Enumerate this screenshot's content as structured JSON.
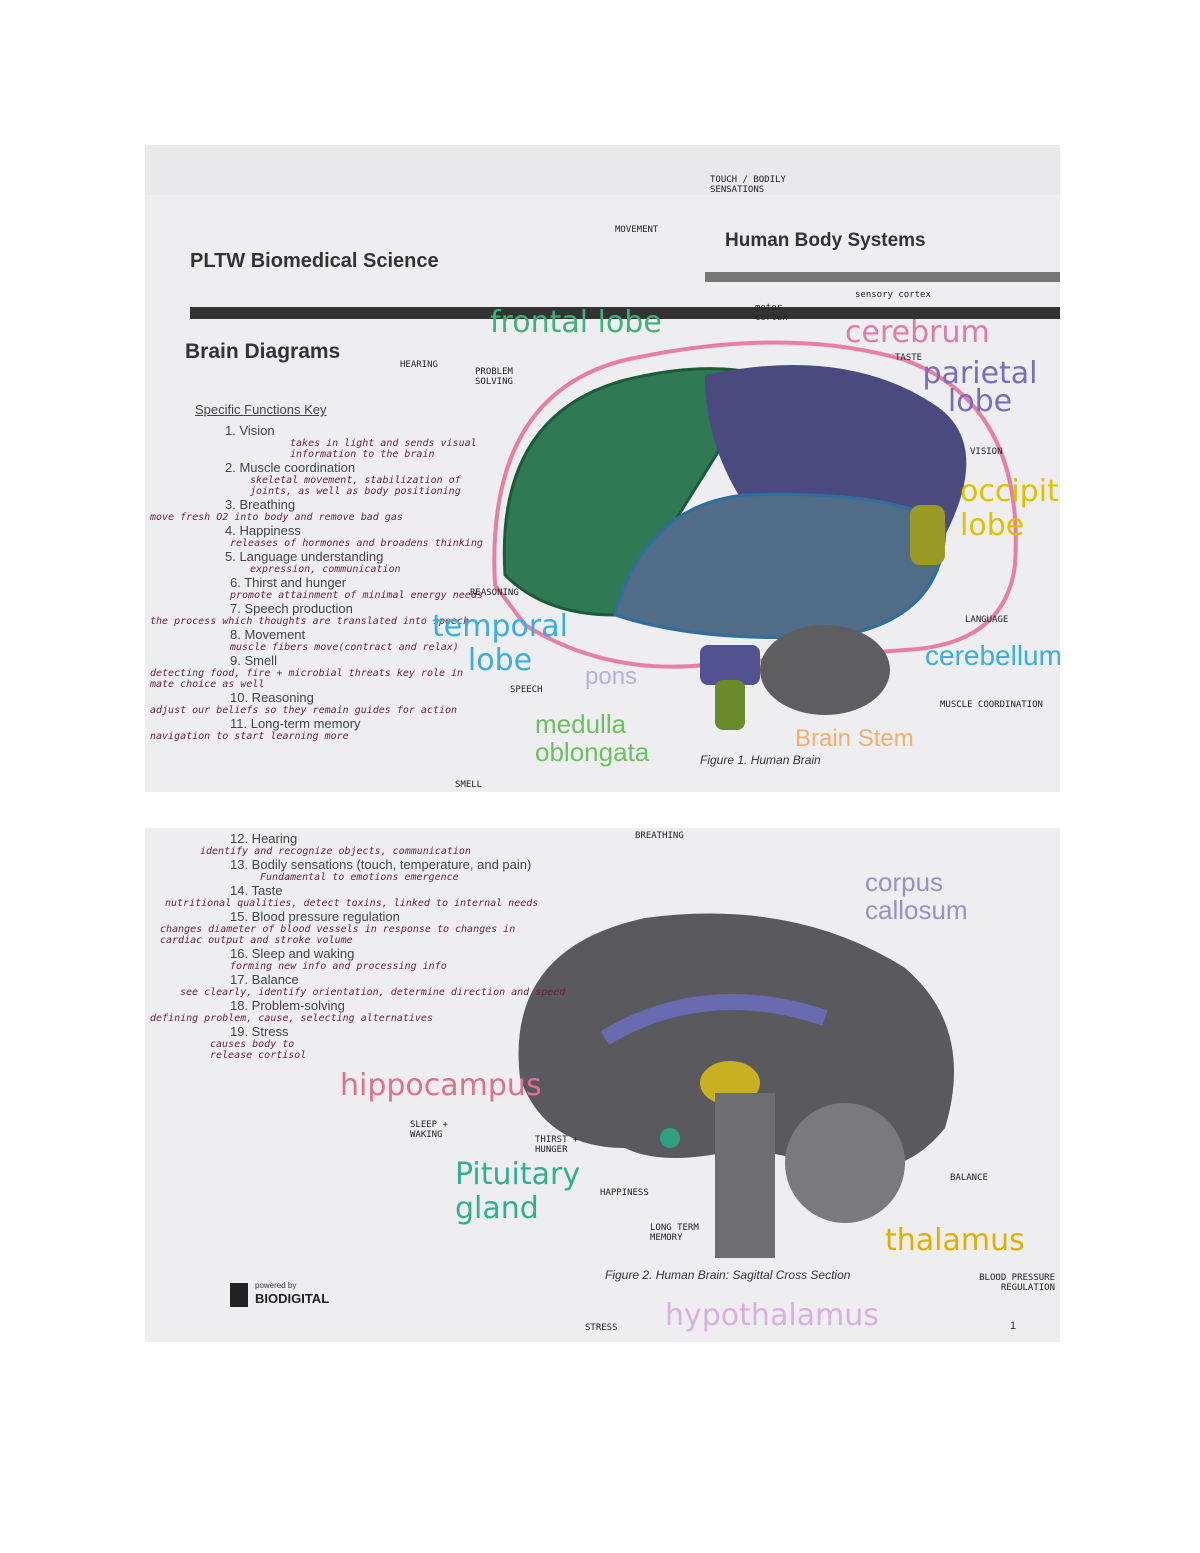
{
  "page1": {
    "header_left": "PLTW Biomedical Science",
    "header_right": "Human Body Systems",
    "title": "Brain Diagrams",
    "key_title": "Specific Functions Key",
    "items": [
      {
        "label": "1. Vision",
        "note": "takes in light and sends visual information to the brain"
      },
      {
        "label": "2. Muscle coordination",
        "note": "skeletal movement, stabilization of joints, as well as body positioning"
      },
      {
        "label": "3. Breathing",
        "note": "move fresh O2 into body and remove bad gas"
      },
      {
        "label": "4. Happiness",
        "note": "releases of hormones and broadens thinking"
      },
      {
        "label": "5. Language understanding",
        "note": "expression, communication"
      },
      {
        "label": "6. Thirst and hunger",
        "note": "promote attainment of minimal energy needs"
      },
      {
        "label": "7. Speech production",
        "note": "the process which thoughts are translated into speech"
      },
      {
        "label": "8. Movement",
        "note": "muscle fibers move(contract and relax)"
      },
      {
        "label": "9. Smell",
        "note": "detecting food, fire + microbial threats key role in mate choice as well"
      },
      {
        "label": "10. Reasoning",
        "note": "adjust our beliefs so they remain guides for action"
      },
      {
        "label": "11. Long-term memory",
        "note": "navigation to start learning more"
      }
    ],
    "regions": {
      "frontal": "frontal lobe",
      "cerebrum": "cerebrum",
      "parietal": "parietal lobe",
      "occipital": "occipital lobe",
      "temporal": "temporal lobe",
      "pons": "pons",
      "cerebellum": "cerebellum",
      "medulla": "medulla oblongata",
      "brainstem": "Brain Stem"
    },
    "callouts": {
      "touch": "TOUCH / BODILY SENSATIONS",
      "movement": "MOVEMENT",
      "motor": "motor cortex",
      "sensory": "sensory cortex",
      "hearing": "HEARING",
      "problem": "PROBLEM SOLVING",
      "taste": "TASTE",
      "vision": "VISION",
      "reasoning": "REASONING",
      "language": "LANGUAGE",
      "speech": "SPEECH",
      "smell": "SMELL",
      "muscle": "MUSCLE COORDINATION"
    },
    "caption": "Figure 1. Human Brain"
  },
  "page2": {
    "items": [
      {
        "label": "12. Hearing",
        "note": "identify and recognize objects, communication"
      },
      {
        "label": "13. Bodily sensations (touch, temperature, and pain)",
        "note": "Fundamental to emotions emergence"
      },
      {
        "label": "14. Taste",
        "note": "nutritional qualities, detect toxins, linked to internal needs"
      },
      {
        "label": "15. Blood pressure regulation",
        "note": "changes diameter of blood vessels in response to changes in cardiac output and stroke volume"
      },
      {
        "label": "16. Sleep and waking",
        "note": "forming new info and processing info"
      },
      {
        "label": "17. Balance",
        "note": "see clearly, identify orientation, determine direction and speed"
      },
      {
        "label": "18. Problem-solving",
        "note": "defining problem, cause, selecting alternatives"
      },
      {
        "label": "19. Stress",
        "note": "causes body to release cortisol"
      }
    ],
    "regions": {
      "corpus": "corpus callosum",
      "hippocampus": "hippocampus",
      "pituitary": "Pituitary gland",
      "thalamus": "thalamus",
      "hypothalamus": "hypothalamus"
    },
    "callouts": {
      "breathing": "BREATHING",
      "sleep": "SLEEP + WAKING",
      "thirst": "THIRST + HUNGER",
      "happiness": "HAPPINESS",
      "memory": "LONG TERM MEMORY",
      "balance": "BALANCE",
      "bp": "BLOOD PRESSURE REGULATION",
      "stress": "STRESS"
    },
    "caption": "Figure 2. Human Brain: Sagittal Cross Section",
    "logo_small": "powered by",
    "logo": "BIODIGITAL",
    "page_number": "1"
  }
}
